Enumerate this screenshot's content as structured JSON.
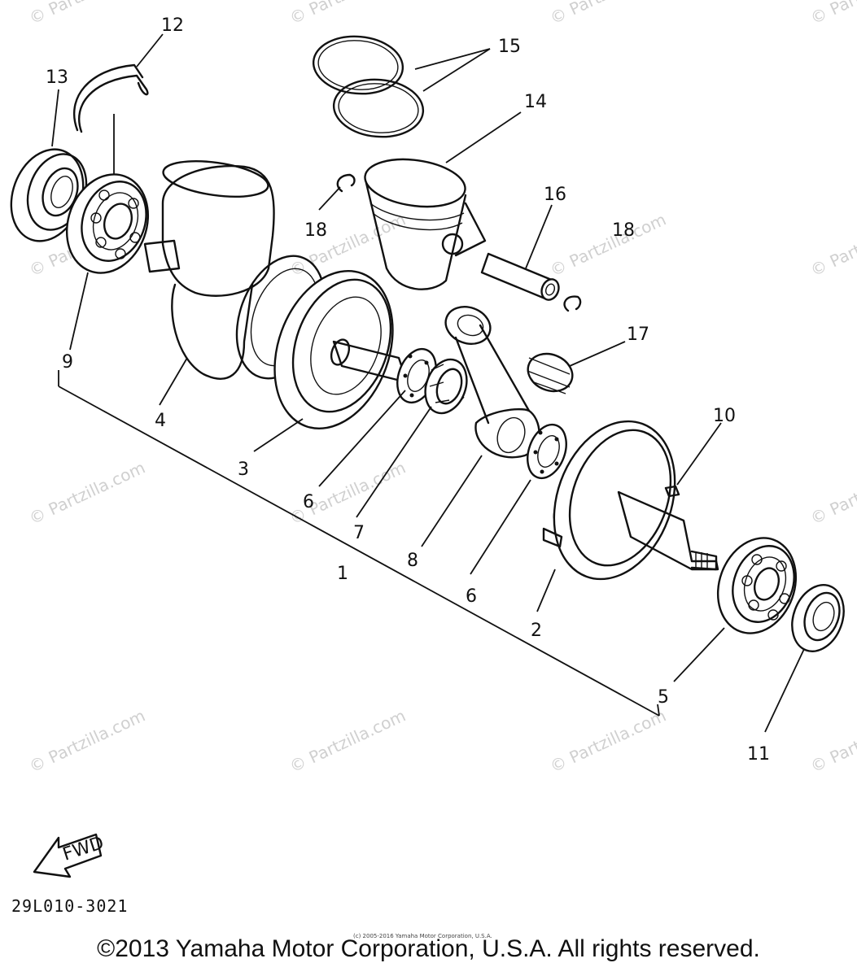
{
  "diagram": {
    "callouts": [
      "1",
      "2",
      "3",
      "4",
      "5",
      "6",
      "6",
      "7",
      "8",
      "9",
      "10",
      "11",
      "12",
      "13",
      "14",
      "15",
      "16",
      "17",
      "18",
      "18"
    ],
    "fwd_label": "FWD",
    "code": "29L010-3021",
    "watermark": "© Partzilla.com",
    "small_copyright": "(c) 2005-2016 Yamaha Motor Corporation, U.S.A.",
    "copyright": "©2013 Yamaha Motor Corporation, U.S.A. All rights reserved."
  }
}
